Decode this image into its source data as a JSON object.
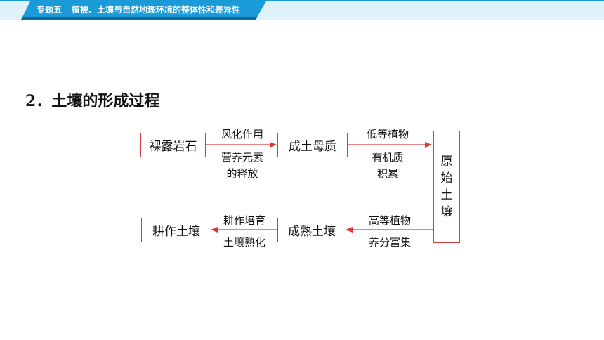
{
  "header": {
    "topic": "专题五",
    "subtitle": "植被、土壤与自然地理环境的整体性和差异性"
  },
  "section": {
    "number": "2．",
    "title": "土壤的形成过程"
  },
  "diagram": {
    "nodes": {
      "bare_rock": "裸露岩石",
      "parent_material": "成土母质",
      "primitive_soil": [
        "原",
        "始",
        "土",
        "壤"
      ],
      "mature_soil": "成熟土壤",
      "cultivated_soil": "耕作土壤"
    },
    "edges": {
      "rock_to_parent": {
        "top": "风化作用",
        "bottom_1": "营养元素",
        "bottom_2": "的释放"
      },
      "parent_to_primitive": {
        "top": "低等植物",
        "bottom_1": "有机质",
        "bottom_2": "积累"
      },
      "primitive_to_mature": {
        "top": "高等植物",
        "bottom": "养分富集"
      },
      "mature_to_cultivated": {
        "top": "耕作培育",
        "bottom": "土壤熟化"
      }
    },
    "colors": {
      "box_border": "#d83a3a",
      "arrow": "#d83a3a"
    }
  }
}
